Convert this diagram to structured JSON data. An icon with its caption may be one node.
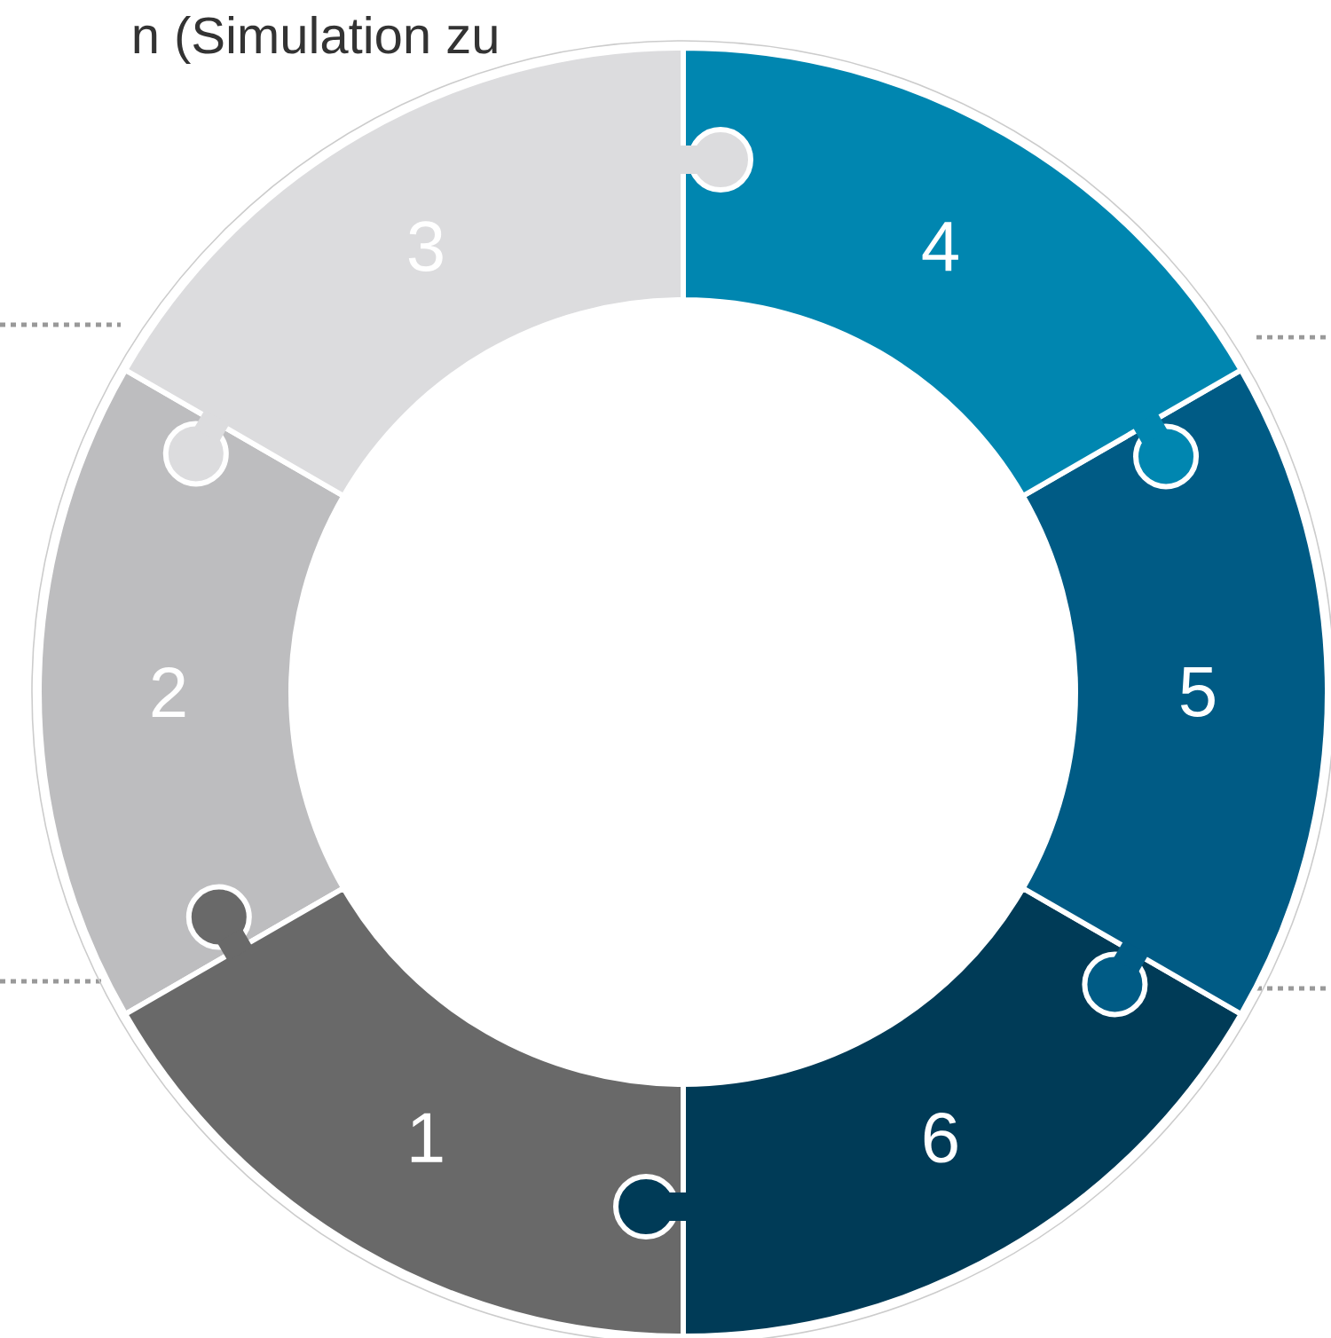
{
  "diagram": {
    "nodes": [
      {
        "text": [
          "1"
        ]
      },
      {
        "text": [
          "2"
        ]
      },
      {
        "text": [
          "3"
        ]
      },
      {
        "text": [
          "4"
        ]
      },
      {
        "text": [
          "5"
        ]
      },
      {
        "text": [
          "6"
        ]
      }
    ],
    "labels": [
      "n (Simulation zu"
    ]
  }
}
